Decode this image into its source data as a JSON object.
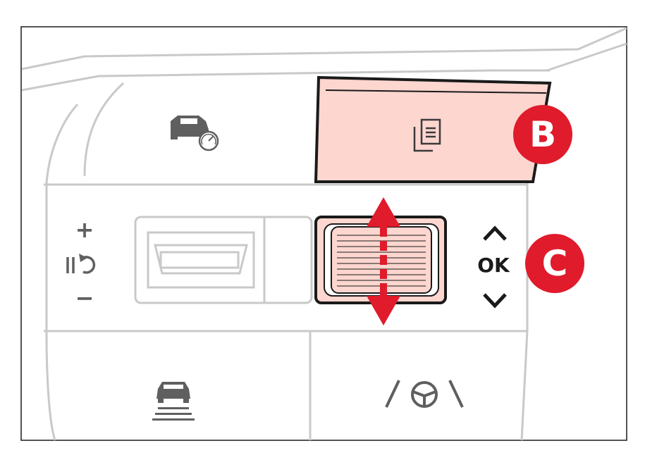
{
  "labels": {
    "callout_b": "B",
    "callout_c": "C",
    "ok_text": "OK",
    "plus_text": "+",
    "minus_text": "−"
  },
  "icons": {
    "cruise": "car-speedometer-icon",
    "info": "document-pages-icon",
    "mute_voice": "pause-undo-icon",
    "lane": "lane-car-icon",
    "steering": "steering-assist-icon",
    "up": "chevron-up-icon",
    "down": "chevron-down-icon",
    "updown": "double-arrow-icon"
  },
  "colors": {
    "highlight_fill": "#fcd6cf",
    "callout_red": "#e01b2c",
    "panel_line": "#c8c8c8",
    "icon_gray": "#5f5f5f",
    "outline_dark": "#1a1a1a"
  }
}
